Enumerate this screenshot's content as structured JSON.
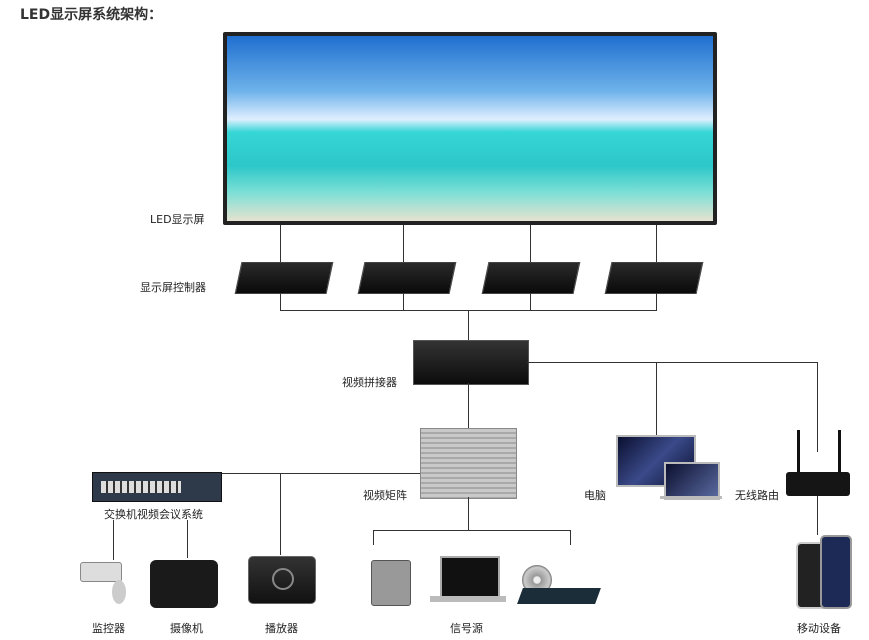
{
  "title": "LED显示屏系统架构：",
  "labels": {
    "led_screen": "LED显示屏",
    "controller": "显示屏控制器",
    "splicer": "视频拼接器",
    "matrix": "视频矩阵",
    "computer": "电脑",
    "router": "无线路由",
    "switch": "交换机视频会议系统",
    "monitor": "监控器",
    "camera": "摄像机",
    "player": "播放器",
    "source": "信号源",
    "mobile": "移动设备"
  }
}
